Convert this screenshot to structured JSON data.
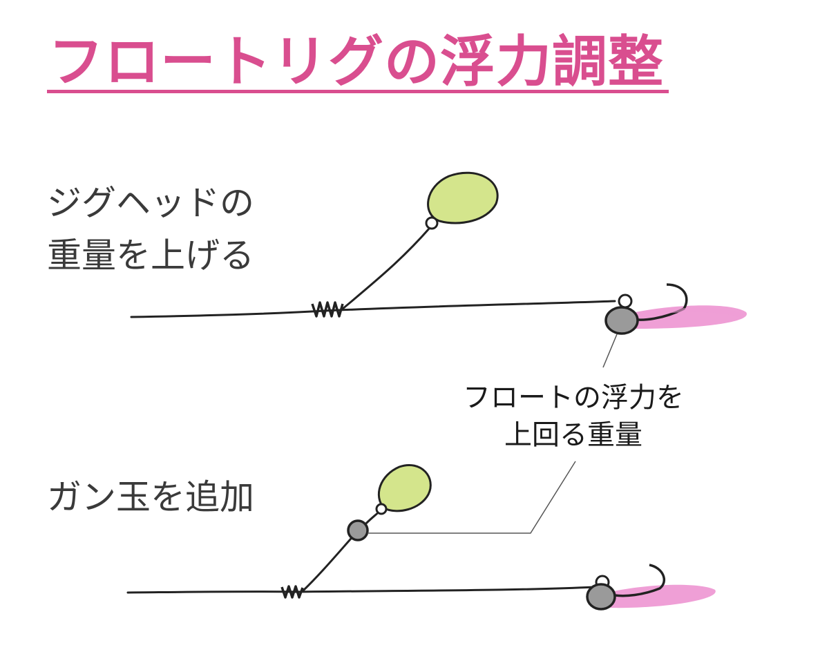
{
  "title": "フロートリグの浮力調整",
  "method_1": {
    "line1": "ジグヘッドの",
    "line2": "重量を上げる"
  },
  "method_2": {
    "label": "ガン玉を追加"
  },
  "callout": {
    "line1": "フロートの浮力を",
    "line2": "上回る重量"
  },
  "colors": {
    "title": "#d94e8f",
    "float": "#d4e58c",
    "sinker": "#9a9a9a",
    "worm": "#ef9fd6",
    "line": "#222222"
  }
}
